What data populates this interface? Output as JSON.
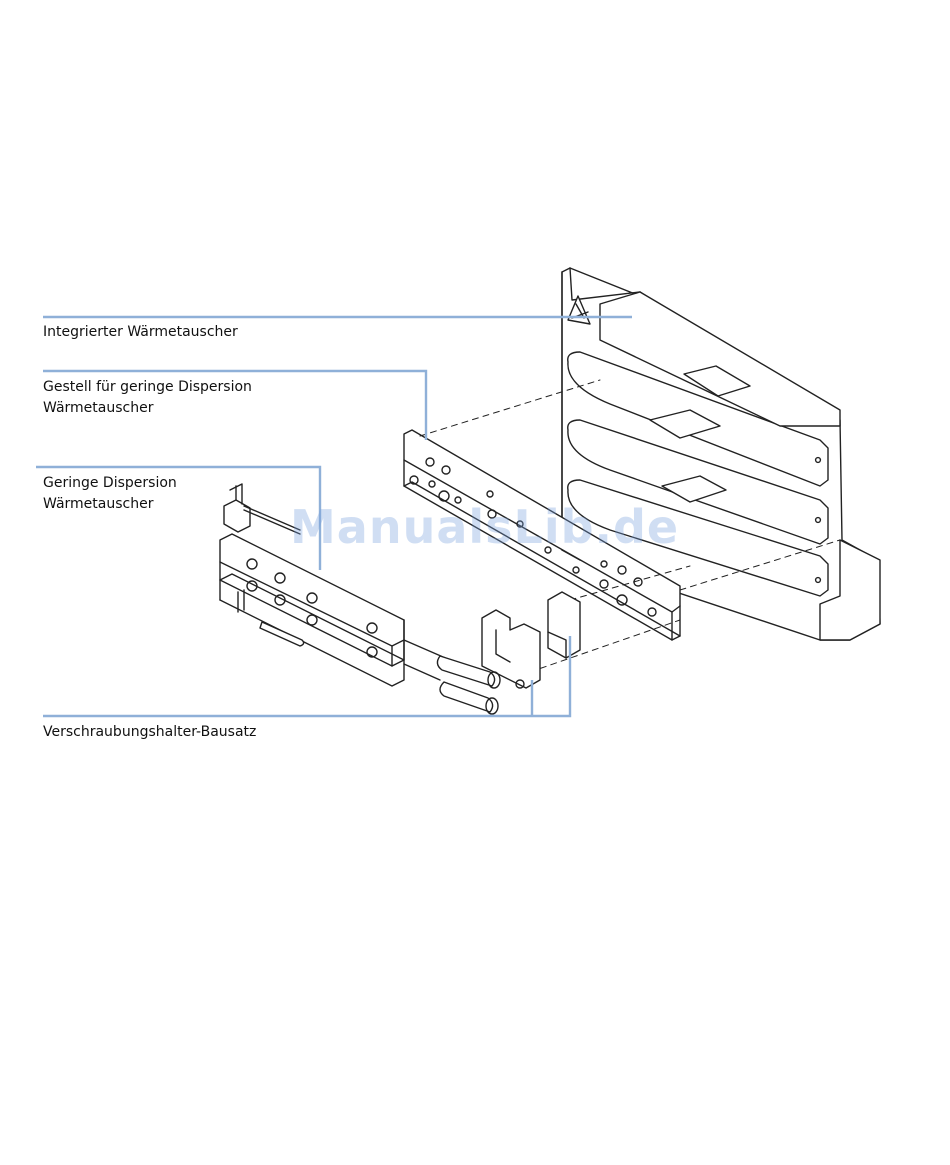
{
  "callouts": {
    "integrated_heat_exchanger": "Integrierter Wärmetauscher",
    "low_dispersion_rack_line1": "Gestell für geringe Dispersion",
    "low_dispersion_rack_line2": "Wärmetauscher",
    "low_dispersion_hx_line1": "Geringe Dispersion",
    "low_dispersion_hx_line2": "Wärmetauscher",
    "fitting_holder_kit": "Verschraubungshalter-Bausatz"
  },
  "watermark": "ManualsLib.de",
  "colors": {
    "leader_line": "#8fb0d8",
    "drawing_stroke": "#222222",
    "watermark": "#7aa0dc"
  }
}
